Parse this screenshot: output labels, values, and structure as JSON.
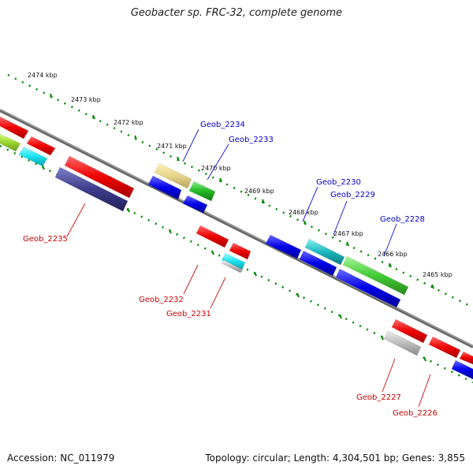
{
  "title": "Geobacter sp. FRC-32, complete genome",
  "footer": {
    "accession": "Accession: NC_011979",
    "topology": "Topology: circular; Length: 4,304,501 bp; Genes: 3,855"
  },
  "colors": {
    "forward_label": "#0000cc",
    "reverse_label": "#cc0000",
    "backbone": "#777777",
    "tick": "#008800"
  },
  "kbp_labels": [
    "2474 kbp",
    "2473 kbp",
    "2472 kbp",
    "2471 kbp",
    "2470 kbp",
    "2469 kbp",
    "2468 kbp",
    "2467 kbp",
    "2466 kbp",
    "2465 kbp"
  ],
  "gene_labels": {
    "forward": [
      "Geob_2234",
      "Geob_2233",
      "Geob_2230",
      "Geob_2229",
      "Geob_2228"
    ],
    "reverse": [
      "Geob_2235",
      "Geob_2232",
      "Geob_2231",
      "Geob_2227",
      "Geob_2226"
    ]
  },
  "feature_colors": [
    "red",
    "yellowgreen",
    "cyan",
    "navy",
    "khaki",
    "blue",
    "green",
    "teal",
    "lightgreen",
    "gray"
  ]
}
